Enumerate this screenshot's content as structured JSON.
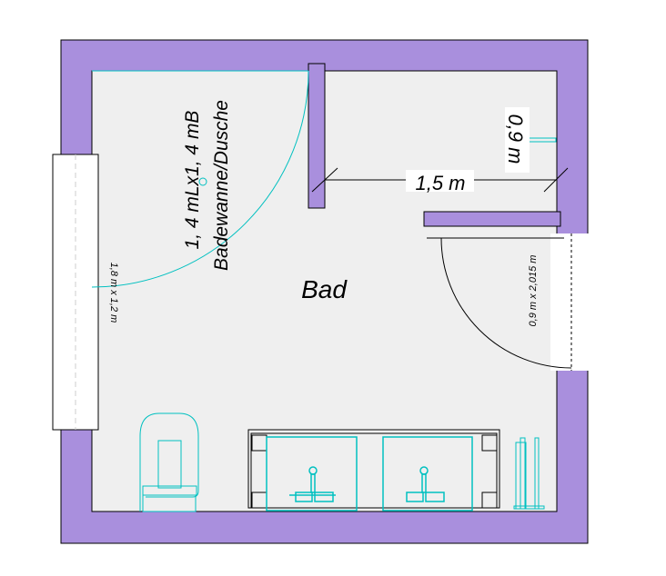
{
  "room": {
    "name": "Bad"
  },
  "labels": {
    "tub_size": "1, 4 mLx1, 4 mB",
    "tub_type": "Badewanne/Dusche",
    "dimension_width": "1,5 m",
    "fixture_size": "0,9 m",
    "window_size": "1,8 m x 1,2 m",
    "door_size": "0,9 m x 2,015 m"
  },
  "colors": {
    "wall": "#a98fdd",
    "floor": "#efefef",
    "fixture": "#00c0c0"
  }
}
